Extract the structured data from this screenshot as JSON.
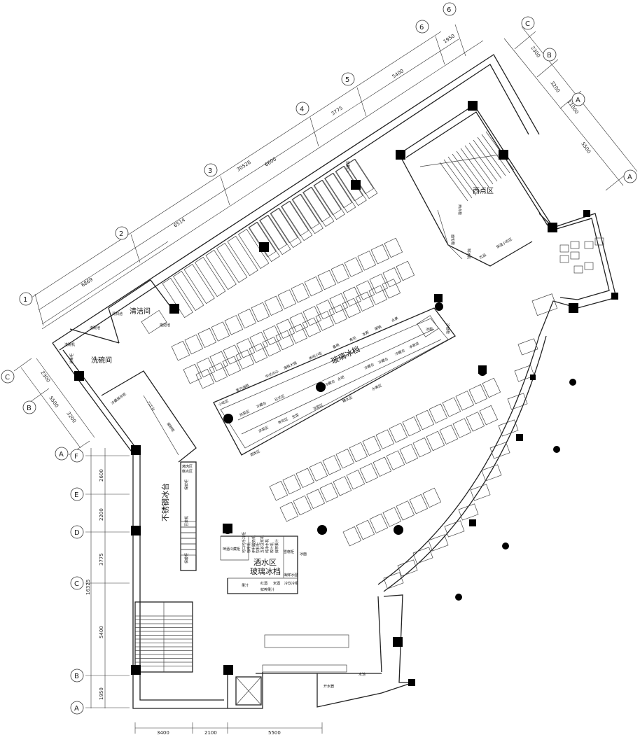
{
  "rooms": {
    "clean_room": "清洁间",
    "dish_room": "洗碗间",
    "pastry_zone": "西点区",
    "glass_ice_counter": "玻璃冰档",
    "steel_ice_counter": "不锈钢冰台",
    "drinks_zone": "酒水区",
    "drinks_glass_counter": "玻璃冰档"
  },
  "small_labels": {
    "kitchen_top": [
      "洗碗机",
      "洗碗池",
      "清扫池",
      "消毒柜",
      "拖把池"
    ],
    "steel_counter": [
      "冷藏展示柜",
      "刀工台",
      "保鲜柜",
      "烤肉区",
      "糕点区",
      "保鲜柜",
      "豆浆机",
      "保暖柜"
    ],
    "glass_counter": [
      "小吃区",
      "蒸汽海鲜",
      "中式点心",
      "海鲜大锅",
      "休闲小吃",
      "备用",
      "寿司",
      "冰粥",
      "粥锅",
      "水果",
      "热菜区",
      "冷藏台",
      "日式区",
      "冷藏台",
      "水吧",
      "冷藏台",
      "冷藏台",
      "冷藏台",
      "冰激凌",
      "凉菜区",
      "寿司区",
      "生菜",
      "凉菜区",
      "糖水区",
      "水果区",
      "酒类区"
    ],
    "pastry": [
      "西点柜",
      "面包柜",
      "保温小吃区",
      "制冰机",
      "饮品",
      "冷面柜"
    ],
    "drinks": [
      "可口可乐冷柜",
      "咖啡机",
      "伊利酸奶机",
      "饮料柜",
      "五谷豆浆机",
      "纯净水机",
      "榨汁机",
      "鲜榨果汁",
      "啤酒冷藏柜",
      "雪糕柜",
      "冰面",
      "果汁",
      "红酒",
      "米酒",
      "海鲜冰湿",
      "鲜榨果汁",
      "冷饮冷柜"
    ],
    "misc": [
      "冰柜",
      "送餐口",
      "水池",
      "开水器"
    ]
  },
  "grid_top": {
    "bubbles": [
      "1",
      "2",
      "3",
      "4",
      "5",
      "6",
      "6"
    ],
    "spans": [
      "6869",
      "6514",
      "6600",
      "3775",
      "5400",
      "1950"
    ],
    "total": "30528"
  },
  "grid_right": {
    "bubbles": [
      "C",
      "B",
      "A",
      "A"
    ],
    "spans": [
      "2300",
      "3200",
      "5500"
    ],
    "total": "11000"
  },
  "grid_midleft": {
    "bubbles": [
      "C",
      "B",
      "A"
    ],
    "spans": [
      "2300",
      "3200"
    ],
    "total": "5500"
  },
  "grid_left": {
    "bubbles": [
      "F",
      "E",
      "D",
      "C",
      "B",
      "A"
    ],
    "spans": [
      "2600",
      "2200",
      "3775",
      "5400",
      "1950"
    ],
    "total": "16325"
  },
  "grid_bottom": {
    "spans": [
      "3400",
      "2100",
      "5500"
    ]
  }
}
